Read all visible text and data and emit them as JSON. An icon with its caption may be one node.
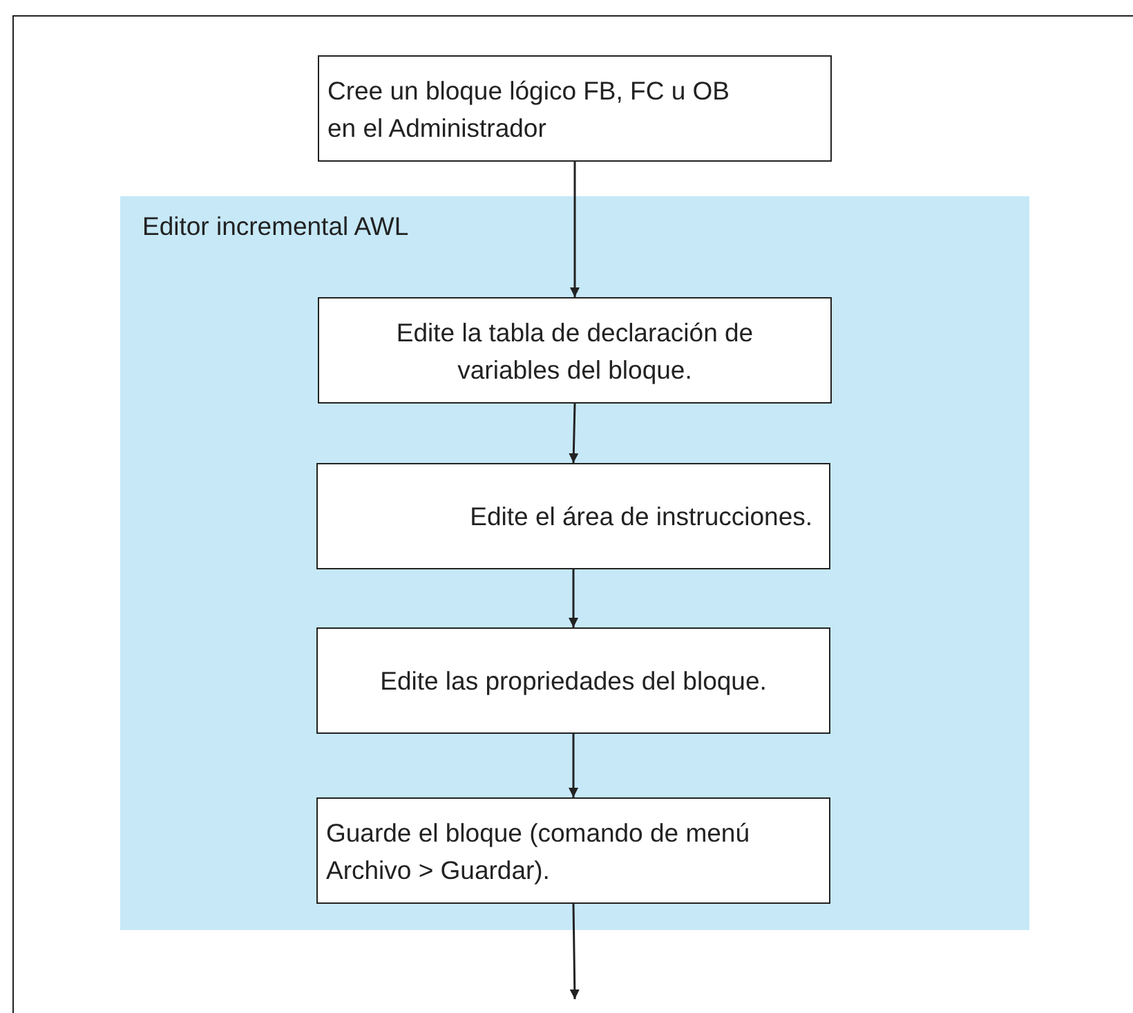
{
  "diagram": {
    "nodes": [
      {
        "text": [
          "Cree un bloque lógico FB, FC u OB en el Administrador"
        ]
      },
      {
        "text": [
          "Editor incremental AWL"
        ]
      },
      {
        "text": [
          "Edite la tabla de declaración de variables del bloque."
        ],
        "in": 1
      },
      {
        "text": [
          "Edite el área de instrucciones."
        ],
        "in": 1
      },
      {
        "text": [
          "Edite las propriedades del bloque."
        ],
        "in": 1
      },
      {
        "text": [
          "Guarde el bloque (comando de menú Archivo > Guardar)."
        ],
        "in": 1
      }
    ],
    "edges": [
      {
        "from": 0,
        "to": 2,
        "arrow": "to"
      },
      {
        "from": 2,
        "to": 3,
        "arrow": "to"
      },
      {
        "from": 3,
        "to": 4,
        "arrow": "to"
      },
      {
        "from": 4,
        "to": 5,
        "arrow": "to"
      },
      {
        "from": 5,
        "to": null,
        "arrow": "to"
      }
    ]
  }
}
